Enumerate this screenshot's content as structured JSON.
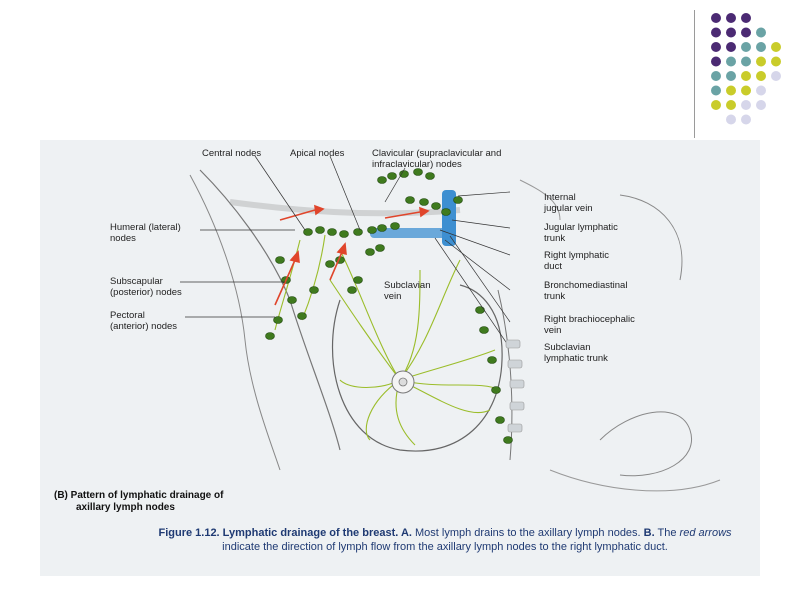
{
  "colors": {
    "purple": "#4b2a73",
    "teal": "#6aa3a5",
    "lime": "#c9cc2a",
    "lavender": "#d6d6ea",
    "node_green": "#3f7a1e",
    "lymph_vessel": "#9bbd2a",
    "vein_blue": "#3d8fd1",
    "arrow_red": "#e0452b"
  },
  "diagram": {
    "labels": {
      "central_nodes": "Central nodes",
      "apical_nodes": "Apical nodes",
      "clavicular_nodes": "Clavicular (supraclavicular and\ninfraclavicular) nodes",
      "humeral_nodes": "Humeral (lateral)\nnodes",
      "subscapular_nodes": "Subscapular\n(posterior) nodes",
      "pectoral_nodes": "Pectoral\n(anterior) nodes",
      "subclavian_vein": "Subclavian\nvein",
      "internal_jugular_vein": "Internal\njugular vein",
      "jugular_lymphatic_trunk": "Jugular lymphatic\ntrunk",
      "right_lymphatic_duct": "Right lymphatic\nduct",
      "bronchomediastinal_trunk": "Bronchomediastinal\ntrunk",
      "right_brachiocephalic_vein": "Right brachiocephalic\nvein",
      "subclavian_lymphatic_trunk": "Subclavian\nlymphatic trunk"
    },
    "panel_caption_line1": "(B) Pattern of lymphatic drainage of",
    "panel_caption_line2": "axillary lymph nodes"
  },
  "caption": {
    "title": "Figure 1.12. Lymphatic drainage of the breast. A.",
    "text1": " Most lymph drains to the axillary lymph nodes. ",
    "b_label": "B.",
    "text2": " The ",
    "emphasis": "red arrows",
    "text3": " indicate the direction of lymph flow from the axillary lymph nodes to the right lymphatic duct."
  }
}
